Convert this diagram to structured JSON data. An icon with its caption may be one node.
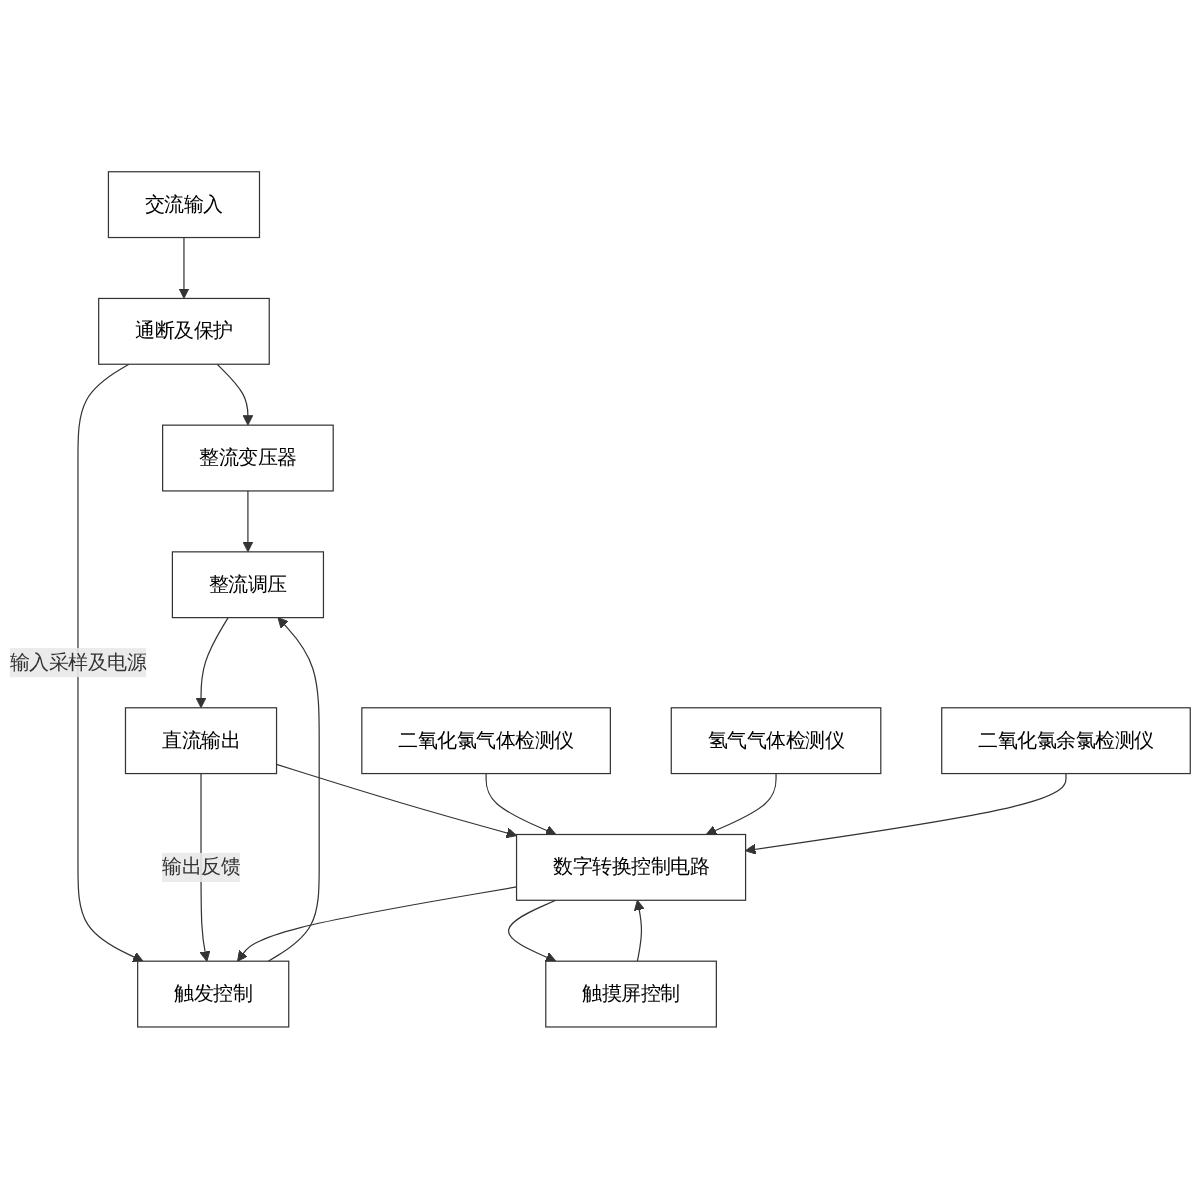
{
  "diagram": {
    "nodes": [
      {
        "text": [
          "交流输入"
        ]
      },
      {
        "text": [
          "通断及保护"
        ]
      },
      {
        "text": [
          "整流变压器"
        ]
      },
      {
        "text": [
          "整流调压"
        ]
      },
      {
        "text": [
          "直流输出"
        ]
      },
      {
        "text": [
          "触发控制"
        ]
      },
      {
        "text": [
          "二氧化氯气体检测仪"
        ]
      },
      {
        "text": [
          "氢气气体检测仪"
        ]
      },
      {
        "text": [
          "二氧化氯余氯检测仪"
        ]
      },
      {
        "text": [
          "数字转换控制电路"
        ]
      },
      {
        "text": [
          "触摸屏控制"
        ]
      }
    ],
    "edges": [
      {
        "from": 0,
        "to": 1,
        "arrow": "to"
      },
      {
        "from": 1,
        "to": 2,
        "arrow": "to"
      },
      {
        "from": 2,
        "to": 3,
        "arrow": "to"
      },
      {
        "from": 3,
        "to": 4,
        "arrow": "to"
      },
      {
        "from": 1,
        "to": 5,
        "arrow": "to",
        "label": "输入采样及电源"
      },
      {
        "from": 4,
        "to": 5,
        "arrow": "to",
        "label": "输出反馈"
      },
      {
        "from": 4,
        "to": 9,
        "arrow": "to"
      },
      {
        "from": 5,
        "to": 3,
        "arrow": "to"
      },
      {
        "from": 9,
        "to": 5,
        "arrow": "to"
      },
      {
        "from": 6,
        "to": 9,
        "arrow": "to"
      },
      {
        "from": 7,
        "to": 9,
        "arrow": "to"
      },
      {
        "from": 8,
        "to": 9,
        "arrow": "to"
      },
      {
        "from": 9,
        "to": 10,
        "arrow": "to"
      },
      {
        "from": 10,
        "to": 9,
        "arrow": "to"
      }
    ]
  }
}
